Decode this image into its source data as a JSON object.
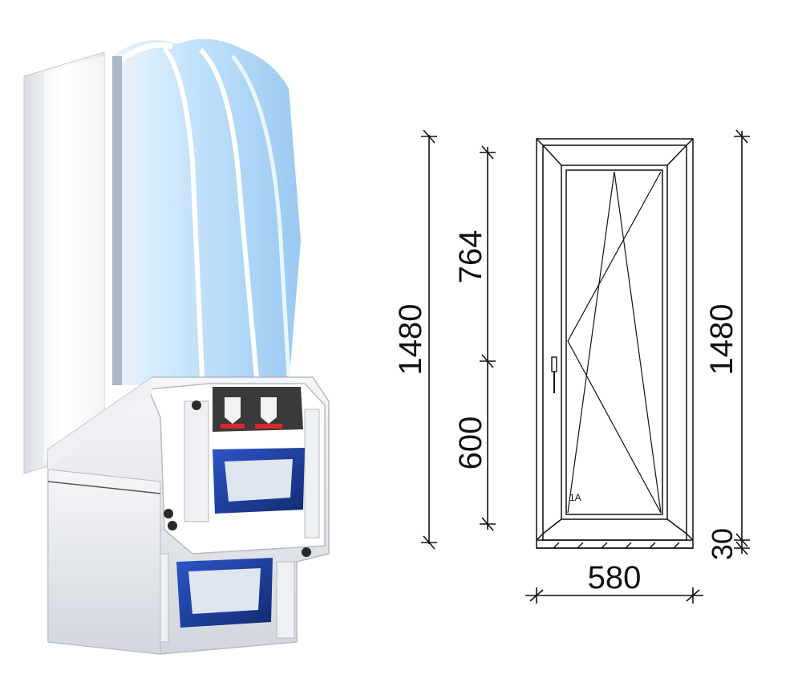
{
  "dimensions": {
    "overall_height_left": "1480",
    "upper_segment_height": "764",
    "lower_segment_height": "600",
    "overall_height_right": "1480",
    "sill_height": "30",
    "width": "580"
  },
  "sash_label": "1A",
  "colors": {
    "line": "#111111",
    "frame_white": "#f2f4f7",
    "frame_shadow": "#c9ced6",
    "glass_light": "#cfe6fb",
    "glass_mid": "#9fcaf3",
    "steel_blue": "#1d3f9a",
    "gasket_black": "#2a2a2a",
    "seal_red": "#d8282a"
  }
}
